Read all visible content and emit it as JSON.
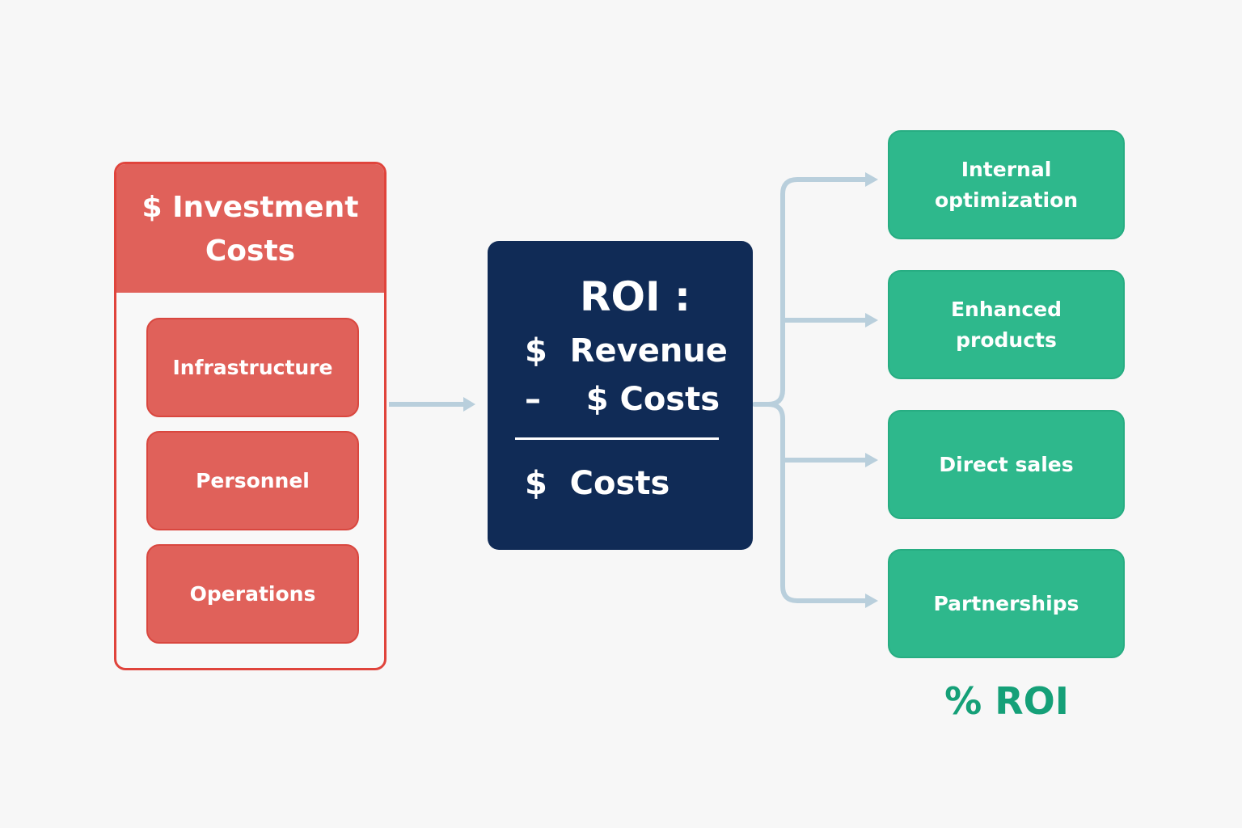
{
  "investment_costs": {
    "title": "$ Investment Costs",
    "items": [
      {
        "label": "Infrastructure"
      },
      {
        "label": "Personnel"
      },
      {
        "label": "Operations"
      }
    ]
  },
  "roi_formula": {
    "title": "ROI :",
    "numerator_line1": "$  Revenue",
    "numerator_line2": "–    $ Costs",
    "denominator": "$  Costs"
  },
  "outcomes": [
    {
      "label": "Internal optimization"
    },
    {
      "label": "Enhanced products"
    },
    {
      "label": "Direct sales"
    },
    {
      "label": "Partnerships"
    }
  ],
  "result_label": "% ROI",
  "colors": {
    "cost_red": "#e0615a",
    "cost_border": "#e0443c",
    "roi_navy": "#102b56",
    "outcome_green": "#2eb88c",
    "result_green": "#15a078",
    "connector": "#b9cfdc"
  }
}
